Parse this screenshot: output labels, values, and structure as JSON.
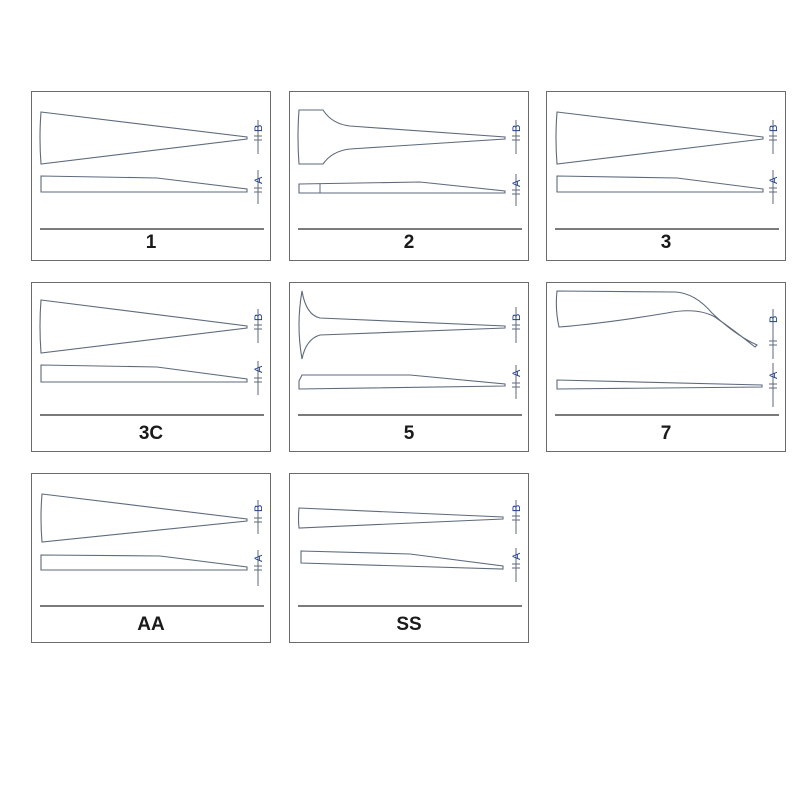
{
  "tips": [
    {
      "id": "tip-1",
      "label": "1"
    },
    {
      "id": "tip-2",
      "label": "2"
    },
    {
      "id": "tip-3",
      "label": "3"
    },
    {
      "id": "tip-3c",
      "label": "3C"
    },
    {
      "id": "tip-5",
      "label": "5"
    },
    {
      "id": "tip-7",
      "label": "7"
    },
    {
      "id": "tip-aa",
      "label": "AA"
    },
    {
      "id": "tip-ss",
      "label": "SS"
    }
  ],
  "dimensions": {
    "width_label": "B",
    "thickness_label": "A"
  },
  "colors": {
    "outline": "#5e6a7c",
    "dimension_text": "#1f3f8a",
    "border": "#6b6b6b"
  }
}
